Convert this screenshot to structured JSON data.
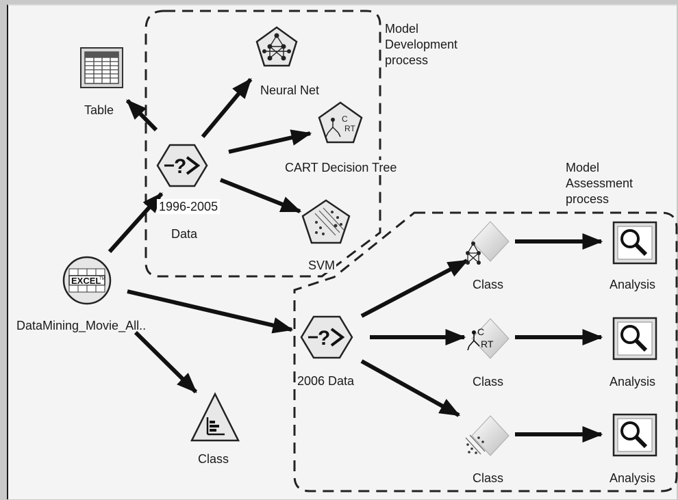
{
  "annotations": {
    "model_development": "Model\nDevelopment\nprocess",
    "model_assessment": "Model\nAssessment\nprocess"
  },
  "nodes": {
    "table": {
      "label": "Table",
      "icon": "table-icon"
    },
    "neural_net": {
      "label": "Neural Net",
      "icon": "neural-net-icon"
    },
    "cart": {
      "label": "CART Decision Tree",
      "icon": "cart-tree-icon"
    },
    "data_1996": {
      "label_top": "1996-2005",
      "label_bottom": "Data",
      "icon": "select-filter-icon"
    },
    "svm": {
      "label": "SVM",
      "icon": "svm-icon"
    },
    "excel_source": {
      "label": "DataMining_Movie_All..",
      "icon": "excel-source-icon"
    },
    "class_dist": {
      "label": "Class",
      "icon": "distribution-chart-icon"
    },
    "data_2006": {
      "label": "2006 Data",
      "icon": "select-filter-icon"
    },
    "class_nn": {
      "label": "Class",
      "icon": "neural-net-model-nugget-icon"
    },
    "class_cart": {
      "label": "Class",
      "icon": "cart-model-nugget-icon"
    },
    "class_svm": {
      "label": "Class",
      "icon": "svm-model-nugget-icon"
    },
    "analysis_1": {
      "label": "Analysis",
      "icon": "magnifier-icon"
    },
    "analysis_2": {
      "label": "Analysis",
      "icon": "magnifier-icon"
    },
    "analysis_3": {
      "label": "Analysis",
      "icon": "magnifier-icon"
    }
  },
  "colors": {
    "background": "#f4f4f4",
    "stroke": "#111111",
    "icon_fill": "#e6e6e6"
  }
}
